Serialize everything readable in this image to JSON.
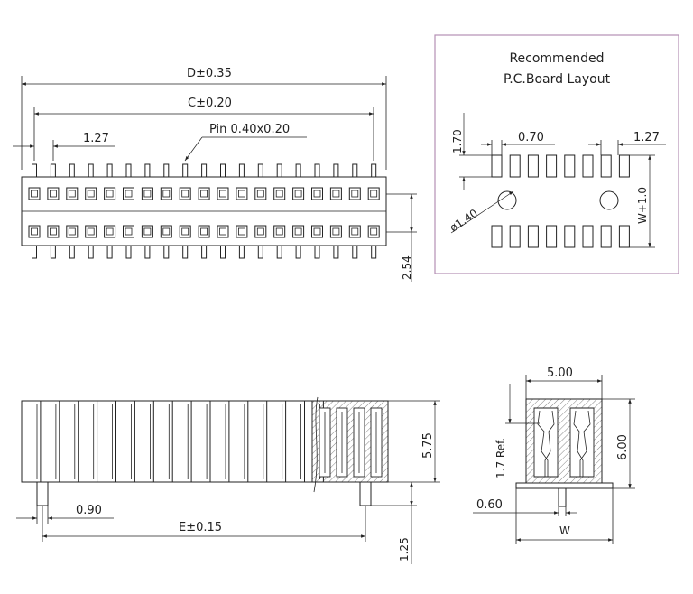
{
  "top_view": {
    "dim_d": "D±0.35",
    "dim_c": "C±0.20",
    "dim_pitch": "1.27",
    "pin_note": "Pin  0.40x0.20",
    "dim_row": "2.54"
  },
  "layout": {
    "title_line1": "Recommended",
    "title_line2": "P.C.Board  Layout",
    "dim_height": "1.70",
    "dim_width": "0.70",
    "dim_pitch": "1.27",
    "dim_hole": "ø1.40",
    "dim_span": "W+1.0"
  },
  "side_view": {
    "dim_height": "5.75",
    "dim_pin": "0.90",
    "dim_e": "E±0.15",
    "dim_tail": "1.25"
  },
  "end_view": {
    "dim_width": "5.00",
    "dim_height": "6.00",
    "dim_ref": "1.7  Ref.",
    "dim_pin": "0.60",
    "dim_w": "W"
  }
}
